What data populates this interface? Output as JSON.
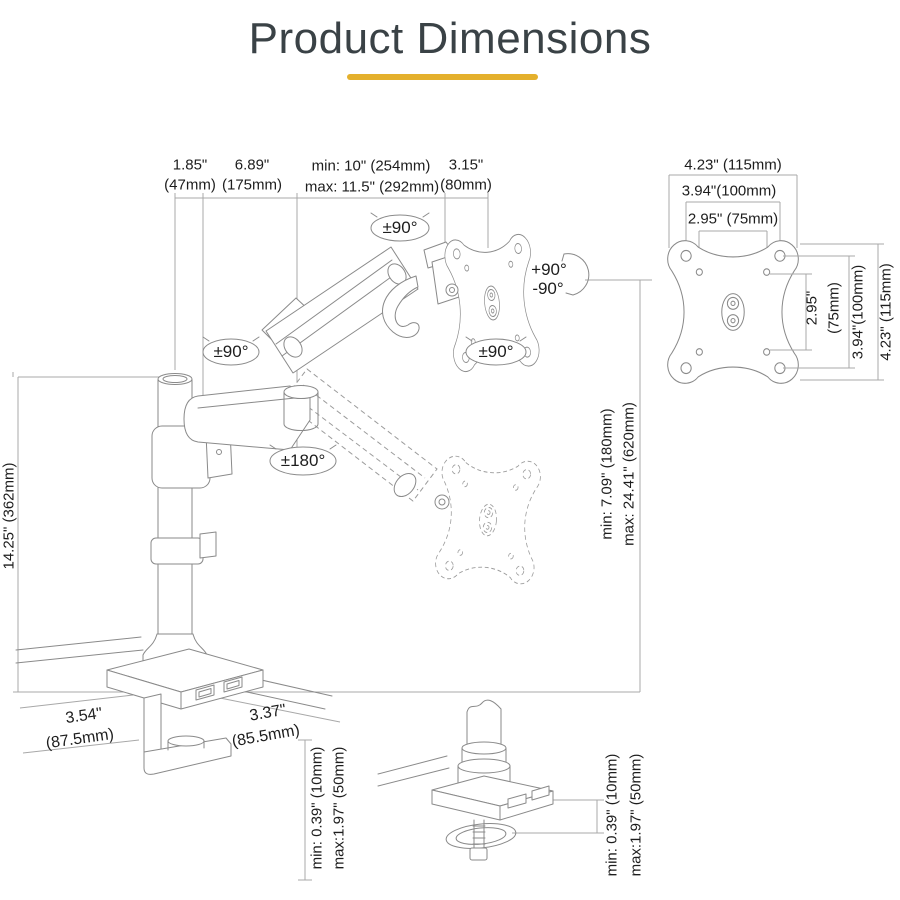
{
  "title": "Product Dimensions",
  "accent_color": "#e4b02c",
  "main_diagram": {
    "top_dims": [
      {
        "line1": "1.85\"",
        "line2": "(47mm)"
      },
      {
        "line1": "6.89\"",
        "line2": "(175mm)"
      },
      {
        "line1": "min: 10\" (254mm)",
        "line2": "max: 11.5\" (292mm)"
      },
      {
        "line1": "3.15\"",
        "line2": "(80mm)"
      }
    ],
    "pole_height_dim": "14.25\" (362mm)",
    "height_range_dim": {
      "line1": "min: 7.09\" (180mm)",
      "line2": "max: 24.41\" (620mm)"
    },
    "angles": {
      "arm_swivel_top": "±90°",
      "pole_rotation": "±90°",
      "elbow_rotation": "±180°",
      "vesa_swivel": "±90°",
      "screen_rotation_plus": "+90°",
      "screen_rotation_minus": "-90°"
    }
  },
  "vesa_detail": {
    "dim_115_top": "4.23\" (115mm)",
    "dim_100_top": "3.94\"(100mm)",
    "dim_75_top": "2.95\" (75mm)",
    "dim_75_side_l1": "2.95\"",
    "dim_75_side_l2": "(75mm)",
    "dim_100_side": "3.94\"(100mm)",
    "dim_115_side": "4.23\" (115mm)"
  },
  "clamp_detail": {
    "depth_left": {
      "line1": "3.54\"",
      "line2": "(87.5mm)"
    },
    "depth_right": {
      "line1": "3.37\"",
      "line2": "(85.5mm)"
    },
    "thickness": {
      "line1": "min: 0.39\" (10mm)",
      "line2": "max:1.97\" (50mm)"
    }
  },
  "grommet_detail": {
    "thickness": {
      "line1": "min: 0.39\" (10mm)",
      "line2": "max:1.97\" (50mm)"
    }
  }
}
